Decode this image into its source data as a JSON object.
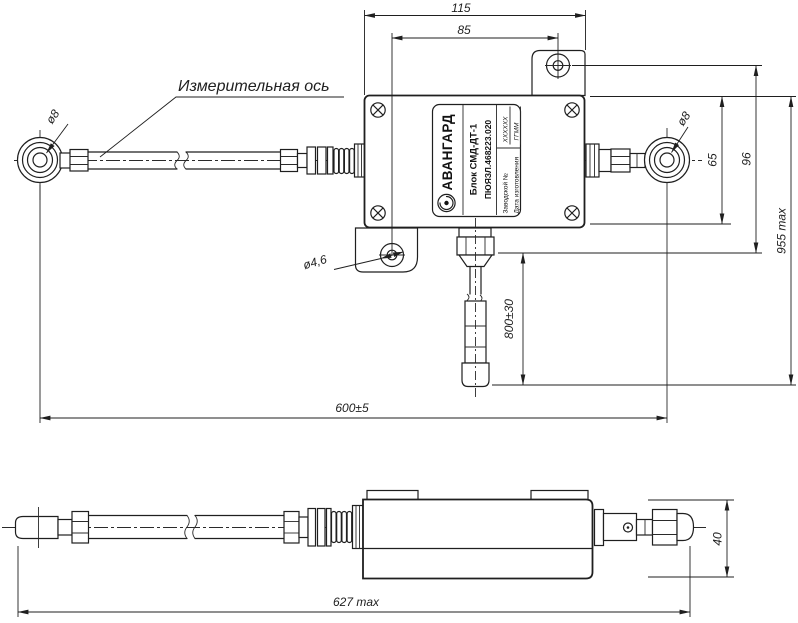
{
  "drawing": {
    "callouts": {
      "measuring_axis": "Измерительная ось",
      "dia8_left": "ø8",
      "dia8_right": "ø8",
      "dia46": "ø4,6"
    },
    "dimensions": {
      "top_width": "115",
      "bracket_span": "85",
      "box_height": "65",
      "bracket_holes_span": "96",
      "total_height": "955 max",
      "cable_length": "800±30",
      "axis_length": "600±5",
      "overall_length": "627 max",
      "body_height": "40"
    },
    "label": {
      "brand": "АВАНГАРД",
      "device": "Блок СМД-ДТ-1",
      "part_number": "ПЮЯЗЛ.468223.020",
      "serial_caption": "Заводской №",
      "serial_value": "XXXXXX",
      "date_caption": "Дата изготовления",
      "date_value": "ГГММ"
    },
    "colors": {
      "line": "#1f1f1f",
      "background": "#ffffff"
    }
  }
}
